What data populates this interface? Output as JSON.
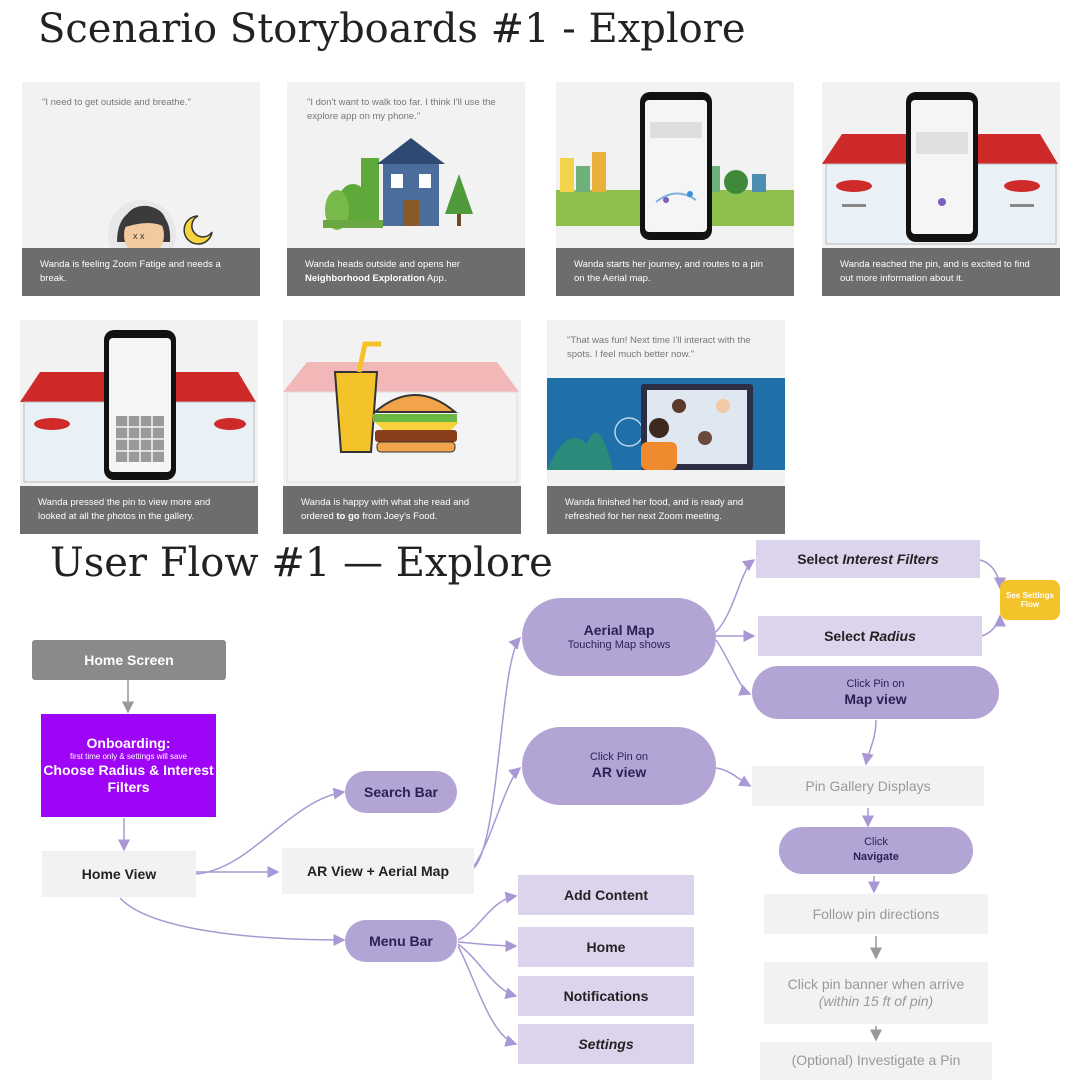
{
  "storyboard": {
    "title": "Scenario Storyboards #1 - Explore",
    "panels": [
      {
        "quote": "\"I need to get outside and breathe.\"",
        "caption_pre": "Wanda is feeling Zoom Fatige and needs a break.",
        "caption_bold": "",
        "caption_post": ""
      },
      {
        "quote": "\"I don't want to walk too far. I think I'll use the explore app on my phone.\"",
        "caption_pre": "Wanda heads outside and opens her ",
        "caption_bold": "Neighborhood Exploration",
        "caption_post": " App."
      },
      {
        "quote": "",
        "caption_pre": "Wanda starts her journey, and routes to a pin on the Aerial map.",
        "caption_bold": "",
        "caption_post": ""
      },
      {
        "quote": "",
        "caption_pre": "Wanda reached the pin, and is excited to find out more information about it.",
        "caption_bold": "",
        "caption_post": ""
      },
      {
        "quote": "",
        "caption_pre": "Wanda pressed the pin to view more and looked at all the photos in the gallery.",
        "caption_bold": "",
        "caption_post": ""
      },
      {
        "quote": "",
        "caption_pre": "Wanda is happy with what she read and ordered ",
        "caption_bold": "to go",
        "caption_post": " from Joey's Food."
      },
      {
        "quote": "\"That was fun! Next time I'll interact with the spots. I feel much better now.\"",
        "caption_pre": "Wanda finished her food, and is ready and refreshed for her next Zoom meeting.",
        "caption_bold": "",
        "caption_post": ""
      }
    ]
  },
  "flow": {
    "title": "User Flow #1 — Explore",
    "home_screen": "Home Screen",
    "onboarding_title": "Onboarding:",
    "onboarding_note": "first time only & settings will save",
    "onboarding_action": "Choose Radius & Interest Filters",
    "home_view": "Home View",
    "search_bar": "Search Bar",
    "ar_aerial": "AR View + Aerial Map",
    "menu_bar": "Menu Bar",
    "menu_items": [
      "Add Content",
      "Home",
      "Notifications",
      "Settings"
    ],
    "aerial_map": "Aerial Map",
    "aerial_map_sub": "Touching Map shows",
    "click_pin_ar_line1": "Click Pin on",
    "click_pin_ar_line2": "AR view",
    "select_interest_pre": "Select ",
    "select_interest_it": "Interest Filters",
    "select_radius_pre": "Select ",
    "select_radius_it": "Radius",
    "see_settings": "See Settings Flow",
    "click_pin_map_line1": "Click Pin on",
    "click_pin_map_line2": "Map view",
    "pin_gallery": "Pin Gallery Displays",
    "click_navigate_line1": "Click",
    "click_navigate_line2": "Navigate",
    "follow_pin": "Follow pin directions",
    "click_banner": "Click pin banner when arrive",
    "click_banner_sub": "(within 15 ft of pin)",
    "optional": "(Optional) Investigate a Pin"
  },
  "colors": {
    "violet": "#9e04f6",
    "lavender_pill": "#b3a4d6",
    "lavender_box": "#dcd3ec",
    "caption_gray": "#6d6d6d",
    "settings_yellow": "#f4c22b",
    "connector": "#a898d4"
  }
}
